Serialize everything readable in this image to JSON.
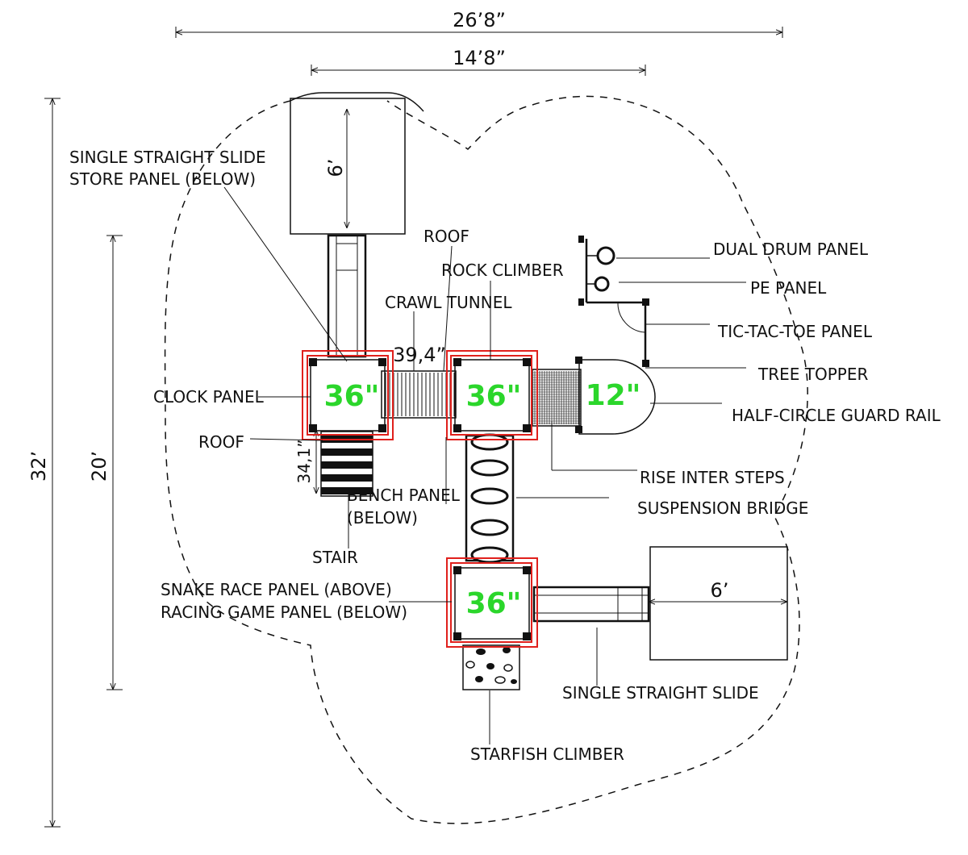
{
  "dimensions": {
    "overall_width": "26’8”",
    "deck_span": "14’8”",
    "overall_length": "32’",
    "structure_length": "20’",
    "slide_top_length": "6’",
    "slide_right_length": "6’",
    "crawl_tunnel_length": "39,4”",
    "stair_length": "34,1”"
  },
  "decks": [
    {
      "label": "36\""
    },
    {
      "label": "36\""
    },
    {
      "label": "12\""
    },
    {
      "label": "36\""
    }
  ],
  "labels": {
    "single_straight_slide_store_line1": "SINGLE STRAIGHT SLIDE",
    "single_straight_slide_store_line2": "STORE PANEL (BELOW)",
    "roof_top": "ROOF",
    "rock_climber": "ROCK CLIMBER",
    "crawl_tunnel": "CRAWL TUNNEL",
    "dual_drum_panel": "DUAL DRUM PANEL",
    "pe_panel": "PE PANEL",
    "tic_tac_toe_panel": "TIC-TAC-TOE PANEL",
    "tree_topper": "TREE TOPPER",
    "half_circle_guard_rail": "HALF-CIRCLE GUARD RAIL",
    "clock_panel": "CLOCK PANEL",
    "roof_left": "ROOF",
    "bench_panel_line1": "BENCH PANEL",
    "bench_panel_line2": "(BELOW)",
    "stair": "STAIR",
    "rise_inter_steps": "RISE INTER STEPS",
    "suspension_bridge": "SUSPENSION BRIDGE",
    "snake_race_line1": "SNAKE RACE PANEL (ABOVE)",
    "snake_race_line2": "RACING GAME PANEL (BELOW)",
    "single_straight_slide": "SINGLE STRAIGHT SLIDE",
    "starfish_climber": "STARFISH CLIMBER"
  },
  "colors": {
    "deck_label": "#2bd62b",
    "deck_outline": "#e0201c",
    "line": "#111111"
  }
}
